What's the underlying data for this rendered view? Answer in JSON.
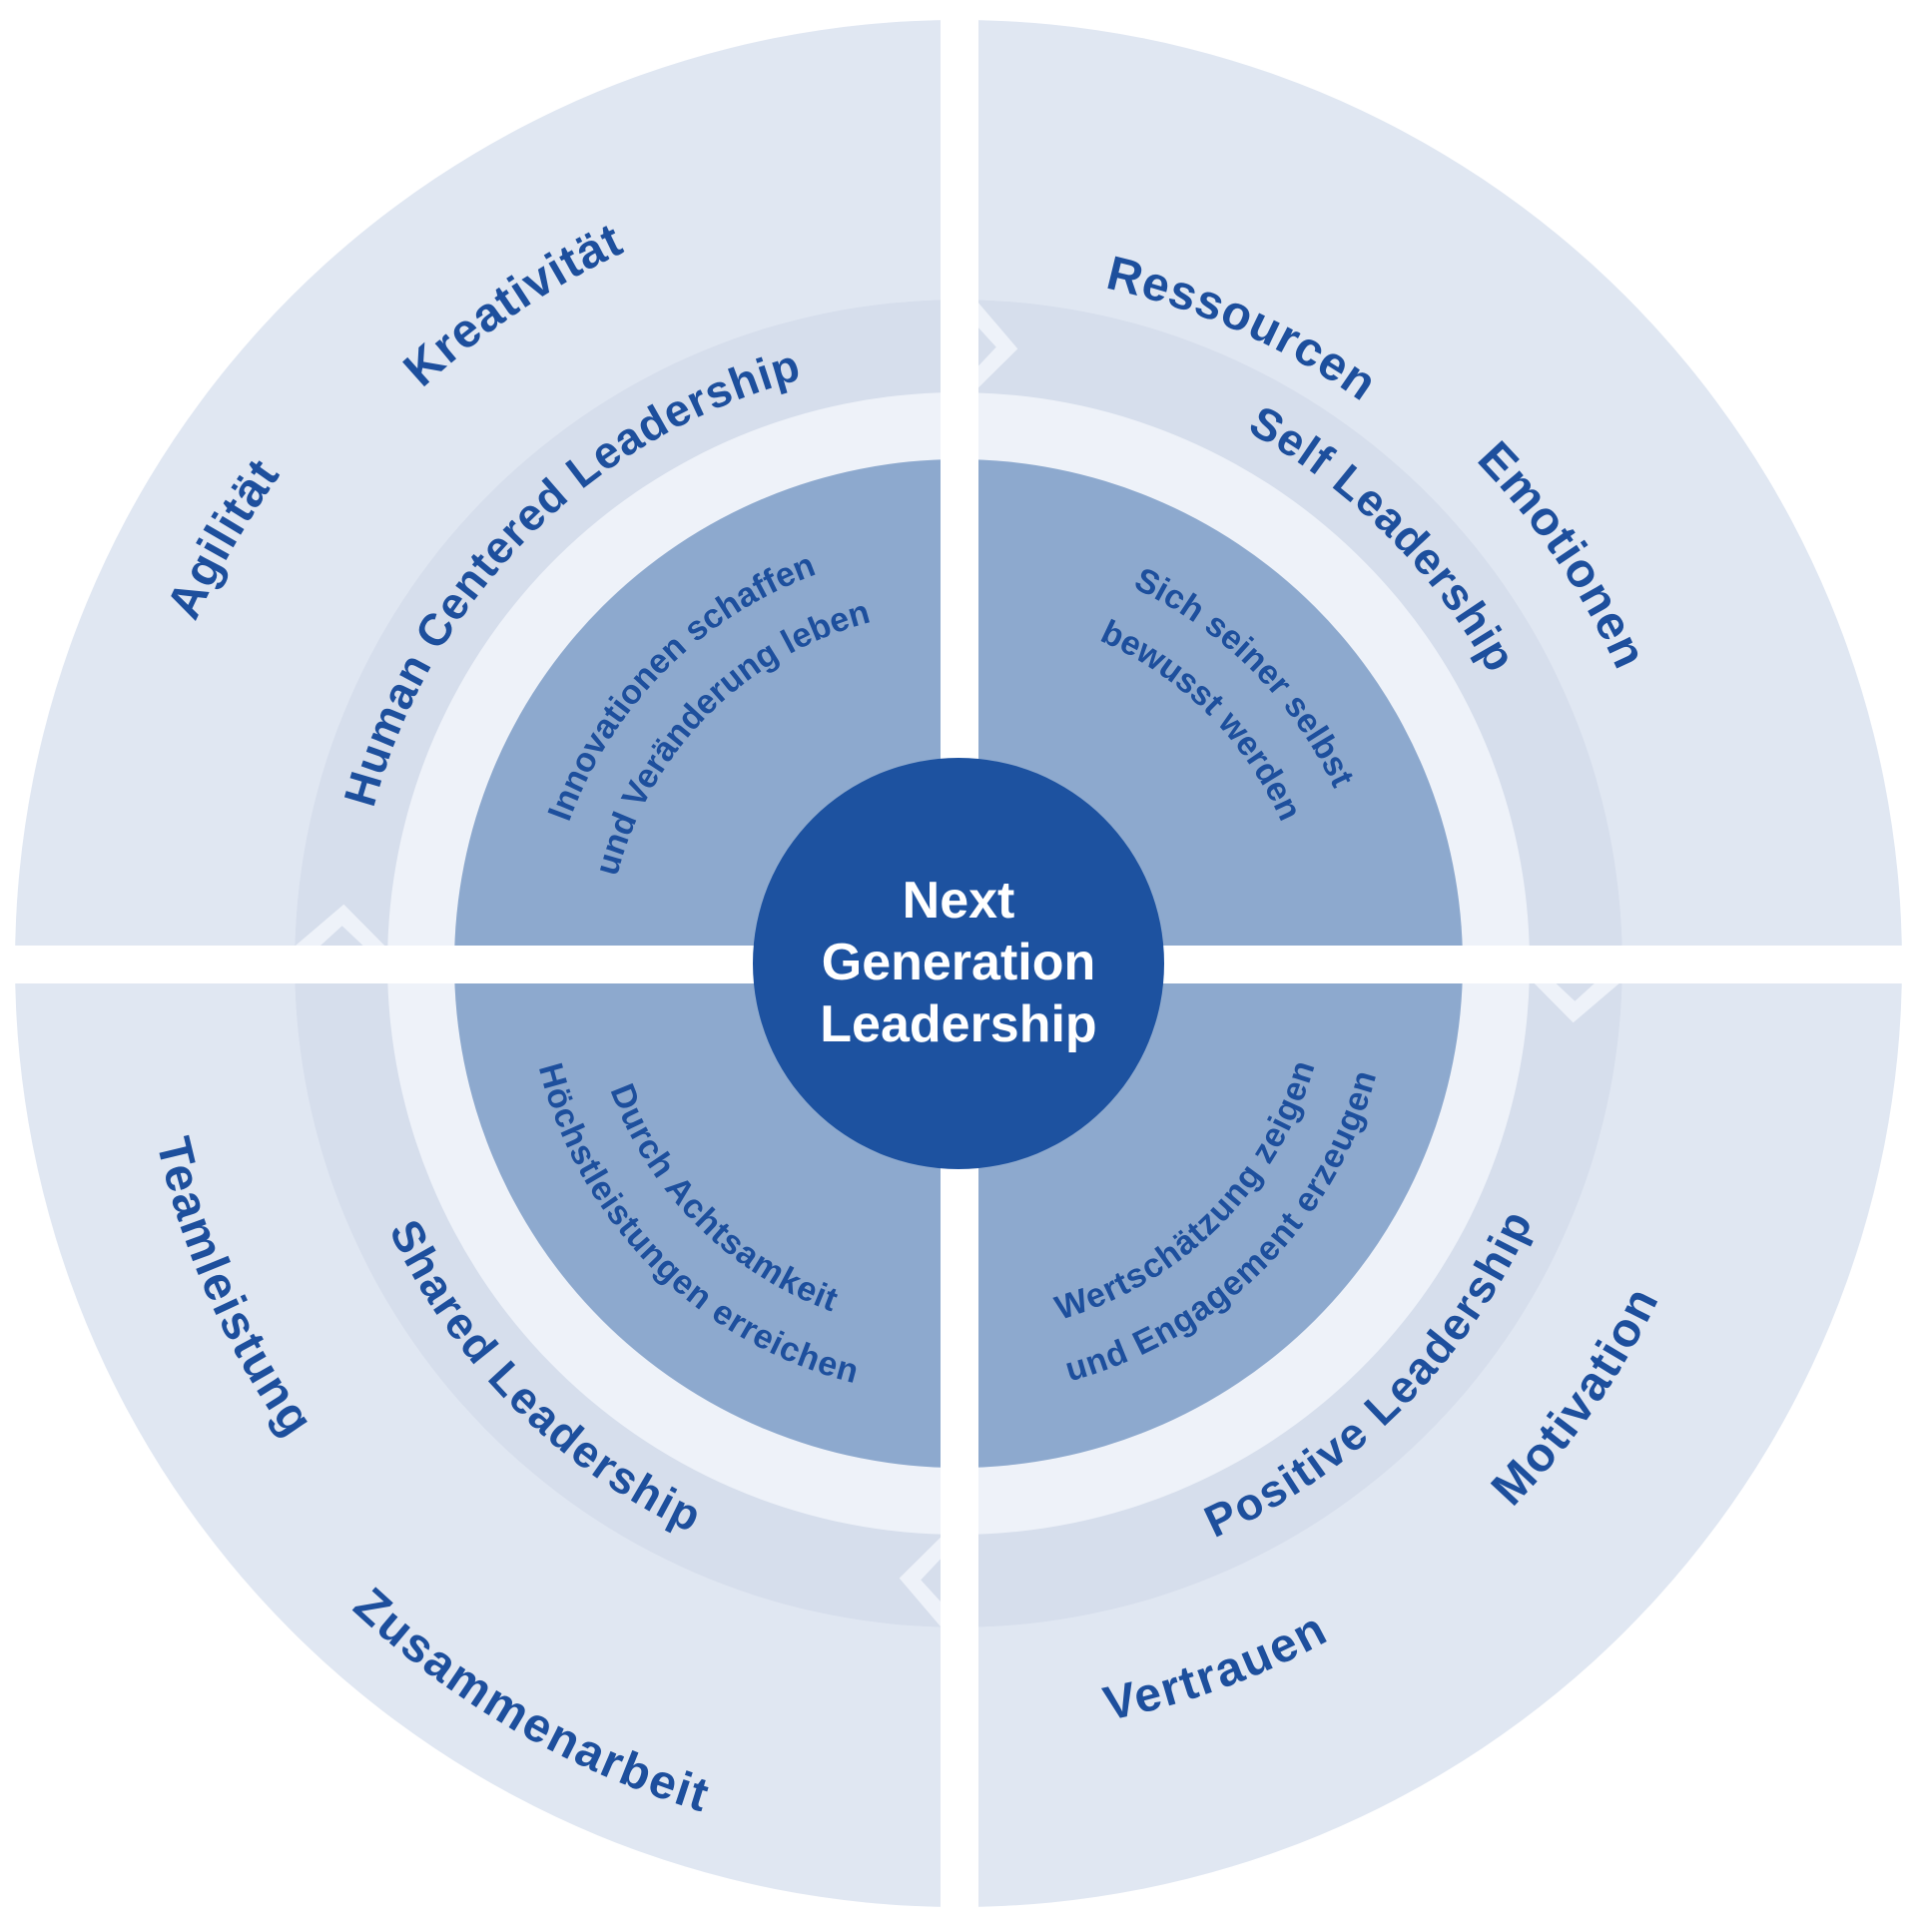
{
  "title": "Next Generation Leadership",
  "center": {
    "line1": "Next",
    "line2": "Generation",
    "line3": "Leadership"
  },
  "quadrants": {
    "top_left": {
      "ring_label": "Human Centered Leadership",
      "inner_line1": "Innovationen schaffen",
      "inner_line2": "und Veränderung leben",
      "keyword1": "Kreativität",
      "keyword2": "Agilität"
    },
    "top_right": {
      "ring_label": "Self Leadership",
      "inner_line1": "Sich seiner selbst",
      "inner_line2": "bewusst werden",
      "keyword1": "Ressourcen",
      "keyword2": "Emotionen"
    },
    "bottom_right": {
      "ring_label": "Positive Leadership",
      "inner_line1": "Wertschätzung zeigen",
      "inner_line2": "und Engagement erzeugen",
      "keyword1": "Motivation",
      "keyword2": "Vertrauen"
    },
    "bottom_left": {
      "ring_label": "Shared Leadership",
      "inner_line1": "Durch Achtsamkeit",
      "inner_line2": "Höchstleistungen erreichen",
      "keyword1": "Teamleistung",
      "keyword2": "Zusammenarbeit"
    }
  },
  "colors": {
    "background": "#ffffff",
    "outer_ring": "#e0e7f2",
    "light_ring": "#eef2f9",
    "arrow_band": "#d6deec",
    "inner_quadrant": "#8da9ce",
    "center_circle": "#1d52a0",
    "cross_divider": "#ffffff",
    "text_navy": "#1d4f9d",
    "text_white": "#ffffff"
  }
}
